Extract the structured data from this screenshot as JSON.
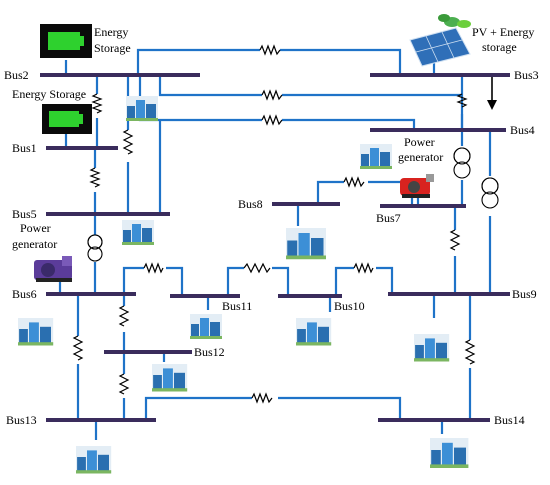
{
  "buses": {
    "bus1": "Bus1",
    "bus2": "Bus2",
    "bus3": "Bus3",
    "bus4": "Bus4",
    "bus5": "Bus5",
    "bus6": "Bus6",
    "bus7": "Bus7",
    "bus8": "Bus8",
    "bus9": "Bus9",
    "bus10": "Bus10",
    "bus11": "Bus11",
    "bus12": "Bus12",
    "bus13": "Bus13",
    "bus14": "Bus14"
  },
  "labels": {
    "energy_storage_top_1": "Energy",
    "energy_storage_top_2": "Storage",
    "energy_storage_left": "Energy Storage",
    "pv_1": "PV + Energy",
    "pv_2": "storage",
    "pg_top_1": "Power",
    "pg_top_2": "generator",
    "pg_left_1": "Power",
    "pg_left_2": "generator"
  },
  "icons": [
    "battery-icon",
    "solar-panel-icon",
    "generator-icon",
    "building-icon",
    "transformer-icon",
    "resistor-icon"
  ],
  "colors": {
    "line": "#1f73c8",
    "bus": "#3a2c5c",
    "battery": "#2ed12e"
  }
}
